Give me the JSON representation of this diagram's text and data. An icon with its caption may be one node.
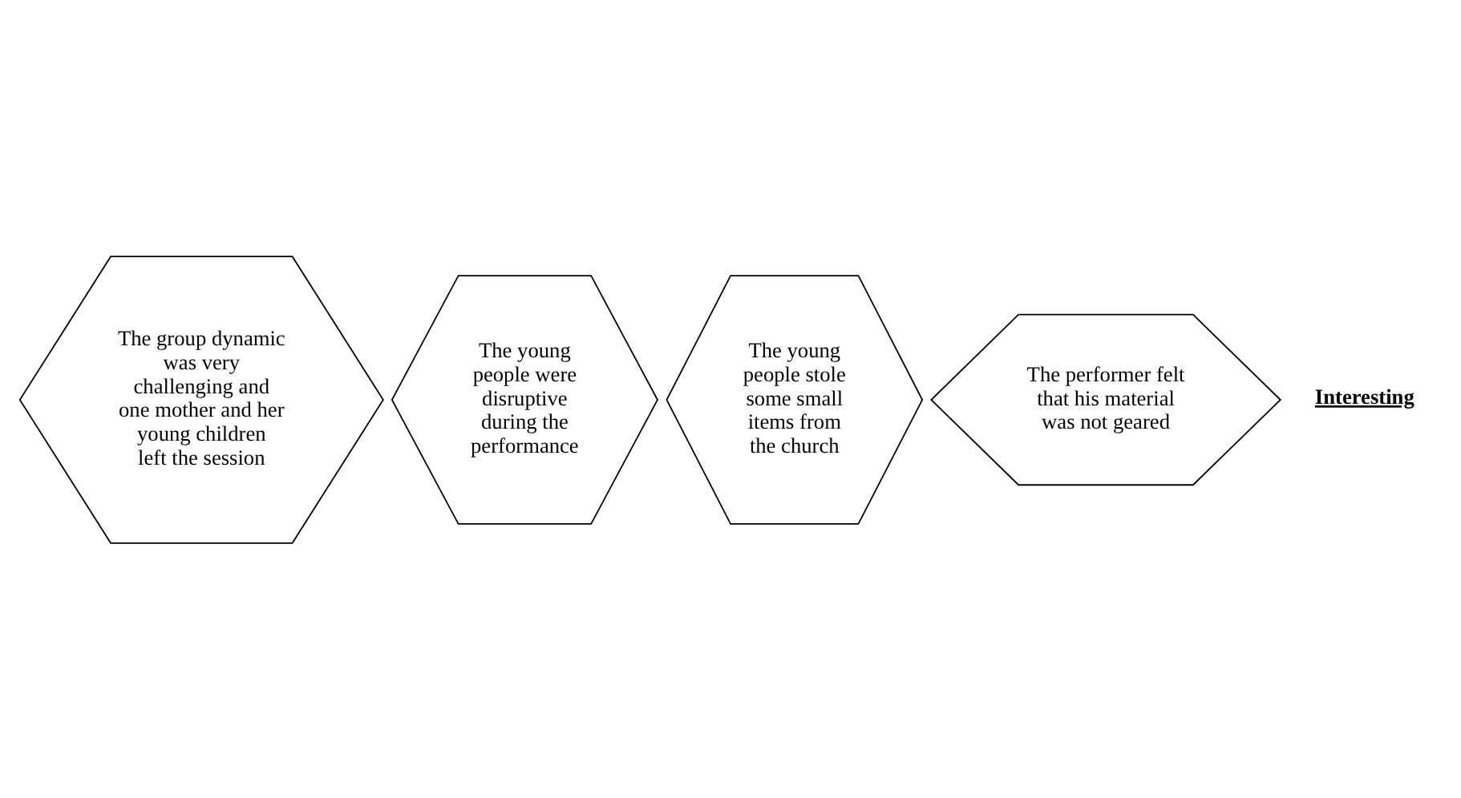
{
  "diagram": {
    "nodes": [
      {
        "text": [
          "The group dynamic was very challenging and one mother and her young children left the session"
        ]
      },
      {
        "text": [
          "The young people were disruptive during the performance"
        ]
      },
      {
        "text": [
          "The young people stole some small items from the church"
        ]
      },
      {
        "text": [
          "The performer felt that his material was not geared"
        ]
      }
    ],
    "labels": [
      "Interesting"
    ]
  }
}
